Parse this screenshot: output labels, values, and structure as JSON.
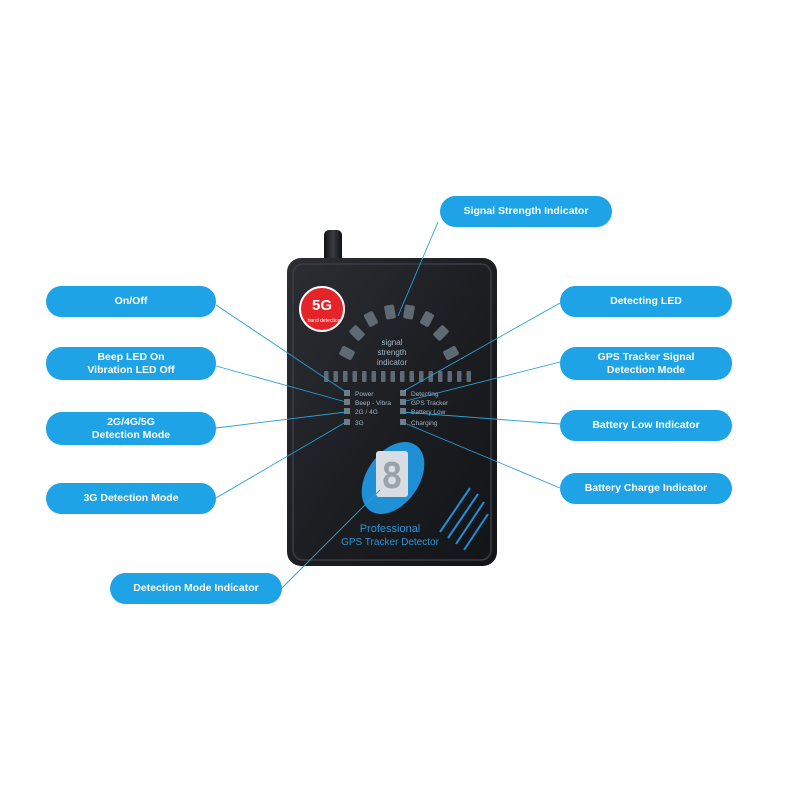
{
  "device": {
    "badge_main": "5G",
    "badge_sub": "band detection",
    "signal_label_lines": [
      "signal",
      "strength",
      "indicator"
    ],
    "left_leds": [
      "Power",
      "Beep - Vibra",
      "2G / 4G",
      "3G"
    ],
    "right_leds": [
      "Detecting",
      "GPS Tracker",
      "Battery Low",
      "Charging"
    ],
    "digit": "8",
    "product_line1": "Professional",
    "product_line2": "GPS Tracker Detector"
  },
  "callouts": {
    "signal_strength": [
      "Signal Strength Indicator"
    ],
    "on_off": [
      "On/Off"
    ],
    "detecting_led": [
      "Detecting LED"
    ],
    "beep_led": [
      "Beep LED On",
      "Vibration LED Off"
    ],
    "gps_tracker_mode": [
      "GPS Tracker Signal",
      "Detection Mode"
    ],
    "detection_2g4g5g": [
      "2G/4G/5G",
      "Detection Mode"
    ],
    "battery_low": [
      "Battery Low Indicator"
    ],
    "detection_3g": [
      "3G Detection Mode"
    ],
    "battery_charge": [
      "Battery Charge Indicator"
    ],
    "detection_mode_indicator": [
      "Detection Mode Indicator"
    ]
  },
  "colors": {
    "callout_bg": "#1ea3e6",
    "leader_line": "#2a9fd8",
    "device_body": "#1b1d21",
    "panel_text": "#9fb6c6",
    "accent_blue": "#1f8fd6",
    "badge_red": "#e5242a"
  }
}
